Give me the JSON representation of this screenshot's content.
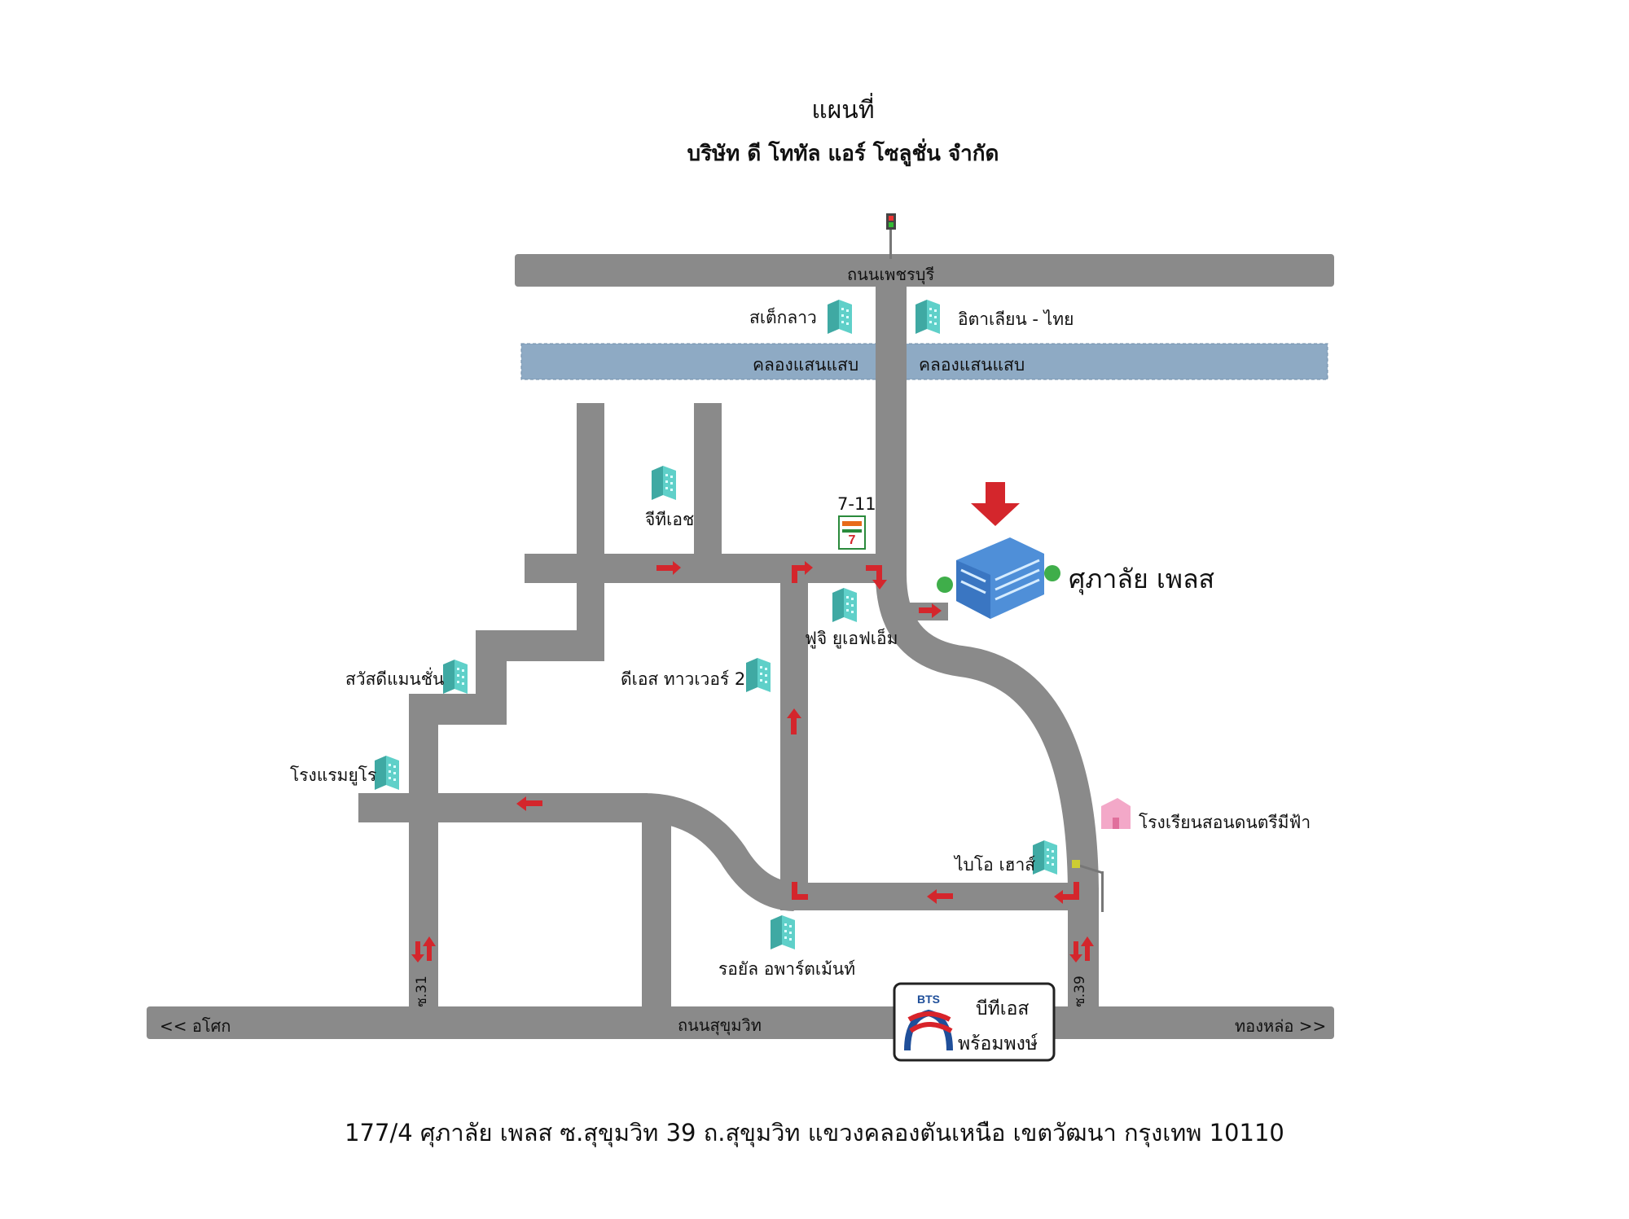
{
  "title": "แผนที่",
  "subtitle": "บริษัท ดี โททัล แอร์ โซลูชั่น จำกัด",
  "address": "177/4 ศุภาลัย เพลส ซ.สุขุมวิท 39 ถ.สุขุมวิท แขวงคลองตันเหนือ เขตวัฒนา กรุงเทพ 10110",
  "roads": {
    "phetchaburi": "ถนนเพชรบุรี",
    "sukhumvit": "ถนนสุขุมวิท",
    "soi31": "ซ.31",
    "soi39": "ซ.39",
    "to_asok": "<< อโศก",
    "to_thonglor": "ทองหล่อ >>"
  },
  "canal": {
    "left": "คลองแสนแสบ",
    "right": "คลองแสนแสบ"
  },
  "landmarks": {
    "stek_lao": "สเต็กลาว",
    "italian_thai": "อิตาเลียน - ไทย",
    "gth": "จีทีเอช",
    "seven_eleven": "7-11",
    "fuji_ufm": "ฟูจิ ยูเอฟเอ็ม",
    "ds_tower": "ดีเอส ทาวเวอร์ 2",
    "sawasdee_mansion": "สวัสดีแมนชั่น",
    "hotel_uro": "โรงแรมยูโร",
    "music_school": "โรงเรียนสอนดนตรีมีฟ้า",
    "bio_house": "ไบโอ เฮาส์",
    "royal_apartment": "รอยัล อพาร์ตเม้นท์",
    "destination": "ศุภาลัย เพลส"
  },
  "bts": {
    "logo": "BTS",
    "name_line1": "บีทีเอส",
    "name_line2": "พร้อมพงษ์"
  },
  "colors": {
    "road": "#8a8a8a",
    "canal": "#8eaac4",
    "arrow": "#d4262c",
    "building": "#4fbfb9",
    "bts_red": "#d8232a",
    "bts_blue": "#1f4f9a"
  }
}
